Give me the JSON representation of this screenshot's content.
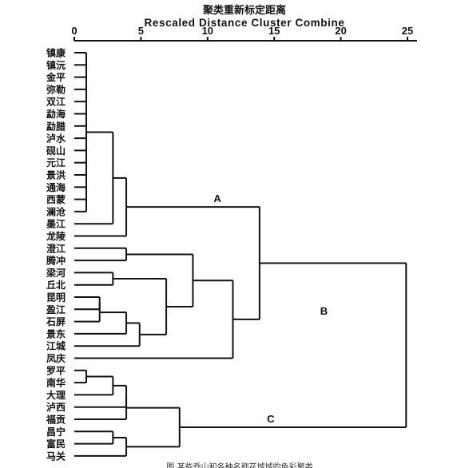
{
  "title_cn": "聚类重新标定距离",
  "title_en": "Rescaled Distance Cluster Combine",
  "caption": "图  某些乔山和各种名称花城城的色彩聚类",
  "chart_data": {
    "type": "dendrogram",
    "x_range": [
      0,
      25
    ],
    "ticks": [
      {
        "value": 0,
        "label": "0"
      },
      {
        "value": 5,
        "label": "5"
      },
      {
        "value": 10,
        "label": "10"
      },
      {
        "value": 15,
        "label": "15"
      },
      {
        "value": 20,
        "label": "20"
      },
      {
        "value": 25,
        "label": "25"
      }
    ],
    "leaves": [
      "镇康",
      "镇沅",
      "金平",
      "弥勒",
      "双江",
      "勐海",
      "勐腊",
      "泸水",
      "砚山",
      "元江",
      "景洪",
      "通海",
      "西蒙",
      "澜沧",
      "墨江",
      "龙陵",
      "澄江",
      "腾冲",
      "梁河",
      "丘北",
      "昆明",
      "盈江",
      "石屏",
      "景东",
      "江城",
      "凤庆",
      "罗平",
      "南华",
      "大理",
      "泸西",
      "福贡",
      "昌宁",
      "富民",
      "马关"
    ],
    "merges": [
      {
        "id": "n1",
        "children": [
          "L0",
          "L1",
          "L2",
          "L3",
          "L4",
          "L5",
          "L6",
          "L7",
          "L8",
          "L9",
          "L10",
          "L11",
          "L12",
          "L13"
        ],
        "height": 0.9
      },
      {
        "id": "n2",
        "children": [
          "n1",
          "L14"
        ],
        "height": 2.9
      },
      {
        "id": "n3",
        "children": [
          "n2",
          "L15"
        ],
        "height": 3.9
      },
      {
        "id": "n4",
        "children": [
          "L16",
          "L17"
        ],
        "height": 3.9
      },
      {
        "id": "n5",
        "children": [
          "L18",
          "L19"
        ],
        "height": 2.9
      },
      {
        "id": "n6",
        "children": [
          "L20",
          "L21"
        ],
        "height": 1.9
      },
      {
        "id": "n7",
        "children": [
          "n6",
          "L22"
        ],
        "height": 1.9
      },
      {
        "id": "n8",
        "children": [
          "n7",
          "L23"
        ],
        "height": 3.9
      },
      {
        "id": "n9",
        "children": [
          "n8",
          "L24"
        ],
        "height": 4.9
      },
      {
        "id": "n10",
        "children": [
          "n5",
          "n9"
        ],
        "height": 6.9
      },
      {
        "id": "n11",
        "children": [
          "n4",
          "n10"
        ],
        "height": 8.9
      },
      {
        "id": "n12",
        "children": [
          "n11",
          "L25"
        ],
        "height": 11.9
      },
      {
        "id": "n13",
        "children": [
          "n3",
          "n12"
        ],
        "height": 13.9
      },
      {
        "id": "n14",
        "children": [
          "L26",
          "L27"
        ],
        "height": 0.9
      },
      {
        "id": "n15",
        "children": [
          "n14",
          "L28"
        ],
        "height": 2.9
      },
      {
        "id": "n16",
        "children": [
          "n15",
          "L29"
        ],
        "height": 3.9
      },
      {
        "id": "n17",
        "children": [
          "n16",
          "L30"
        ],
        "height": 3.9
      },
      {
        "id": "n18",
        "children": [
          "L31",
          "L32"
        ],
        "height": 2.9
      },
      {
        "id": "n19",
        "children": [
          "n18",
          "L33"
        ],
        "height": 3.9
      },
      {
        "id": "n20",
        "children": [
          "n17",
          "n19"
        ],
        "height": 7.9
      },
      {
        "id": "n21",
        "children": [
          "n13",
          "n20"
        ],
        "height": 24.9
      }
    ],
    "cluster_labels": [
      {
        "text": "A",
        "node": "n3"
      },
      {
        "text": "B",
        "node": "n12"
      },
      {
        "text": "C",
        "node": "n20"
      }
    ]
  }
}
